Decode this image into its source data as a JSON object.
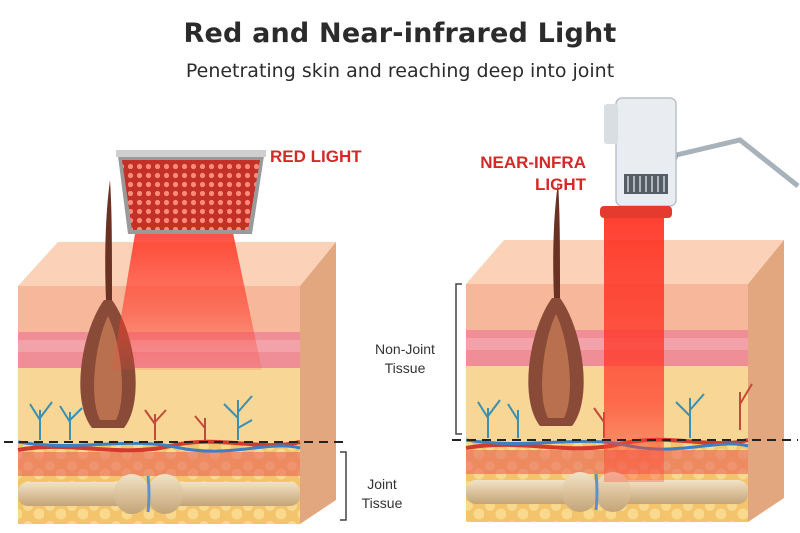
{
  "header": {
    "title": "Red and Near-infrared Light",
    "subtitle": "Penetrating skin and reaching deep into joint"
  },
  "left_panel": {
    "device_label": "RED LIGHT"
  },
  "right_panel": {
    "device_label_line1": "NEAR-INFRA",
    "device_label_line2": "LIGHT"
  },
  "annotations": {
    "non_joint_line1": "Non-Joint",
    "non_joint_line2": "Tissue",
    "joint_line1": "Joint",
    "joint_line2": "Tissue"
  },
  "colors": {
    "light_red": "#e8302a",
    "label_red": "#d42a27",
    "skin_top": "#f6b79a",
    "dermis_pink": "#ef7f8c",
    "fat_yellow": "#f7cf7e",
    "bone": "#e3cfae",
    "follicle": "#7a3a2c"
  }
}
